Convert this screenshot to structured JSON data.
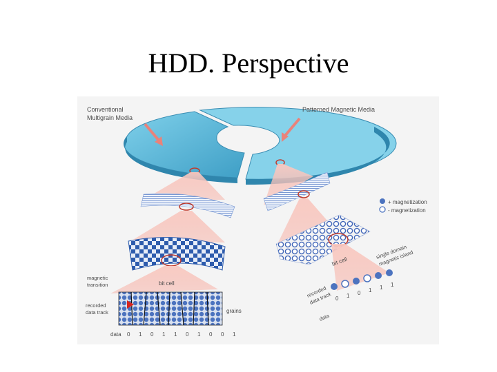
{
  "slide": {
    "title": "HDD. Perspective"
  },
  "diagram": {
    "labels": {
      "conventional_line1": "Conventional",
      "conventional_line2": "Multigrain Media",
      "patterned": "Patterned Magnetic Media",
      "plus_magnetization": "+ magnetization",
      "minus_magnetization": "- magnetization",
      "bit_cell_left": "bit cell",
      "bit_cell_right": "bit cell",
      "magnetic_transition_line1": "magnetic",
      "magnetic_transition_line2": "transition",
      "recorded_track_left_line1": "recorded",
      "recorded_track_left_line2": "data track",
      "grains": "grains",
      "data_left": "data",
      "single_domain_line1": "single domain",
      "single_domain_line2": "magnetic island",
      "recorded_track_right_line1": "recorded",
      "recorded_track_right_line2": "data track",
      "data_right": "data"
    },
    "bits_left": [
      "0",
      "1",
      "0",
      "1",
      "1",
      "0",
      "1",
      "0",
      "0",
      "1"
    ],
    "bits_right": [
      "0",
      "1",
      "0",
      "1",
      "1",
      "1"
    ],
    "colors": {
      "disk": "#5bb8d8",
      "disk_light": "#7fd0ea",
      "zoom_cone": "#f6b7ad",
      "arrow": "#e9827a",
      "grain": "#3c63b0",
      "circle": "#c0392b"
    }
  }
}
